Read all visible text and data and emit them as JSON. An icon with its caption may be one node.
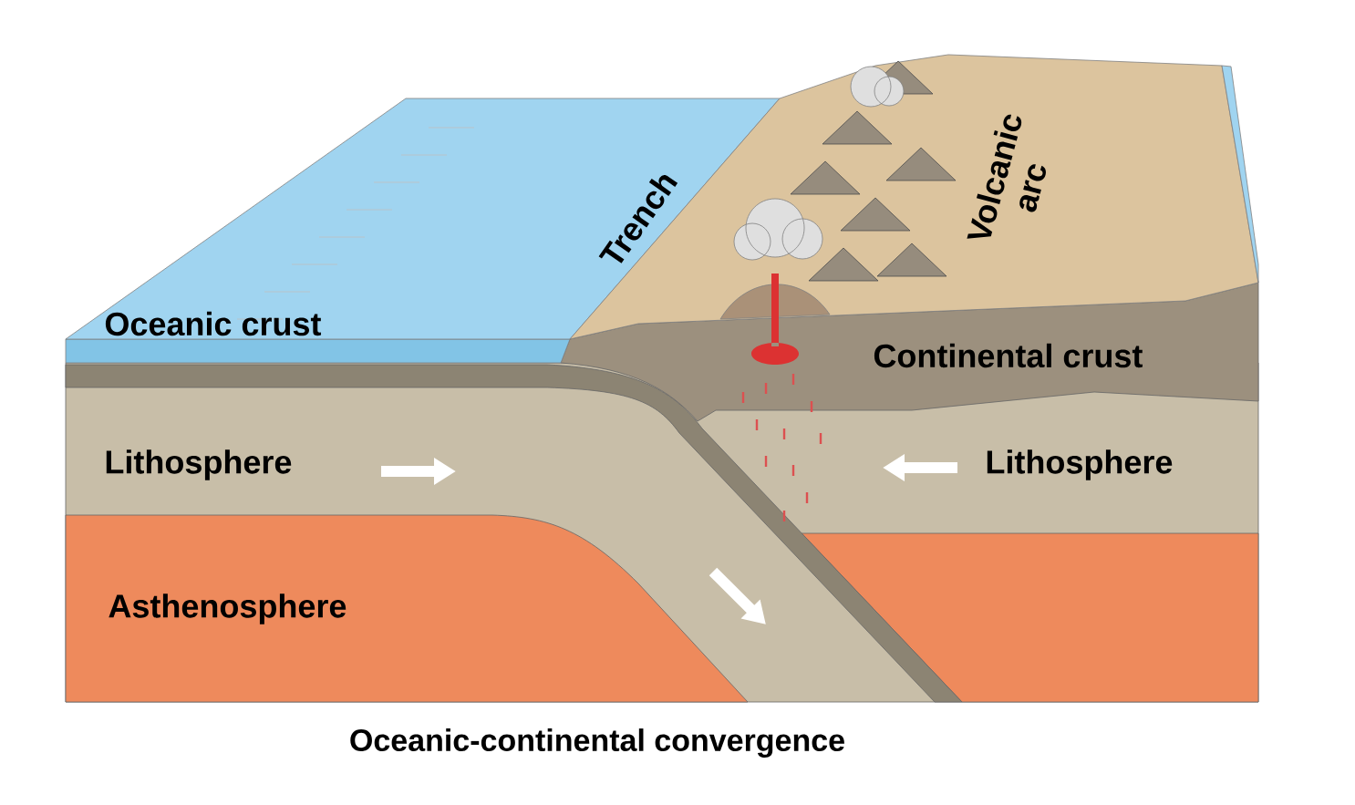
{
  "diagram": {
    "caption": "Oceanic-continental convergence",
    "labels": [
      "Trench",
      "Volcanic arc",
      "Oceanic crust",
      "Continental crust",
      "Lithosphere",
      "Lithosphere",
      "Asthenosphere"
    ]
  }
}
